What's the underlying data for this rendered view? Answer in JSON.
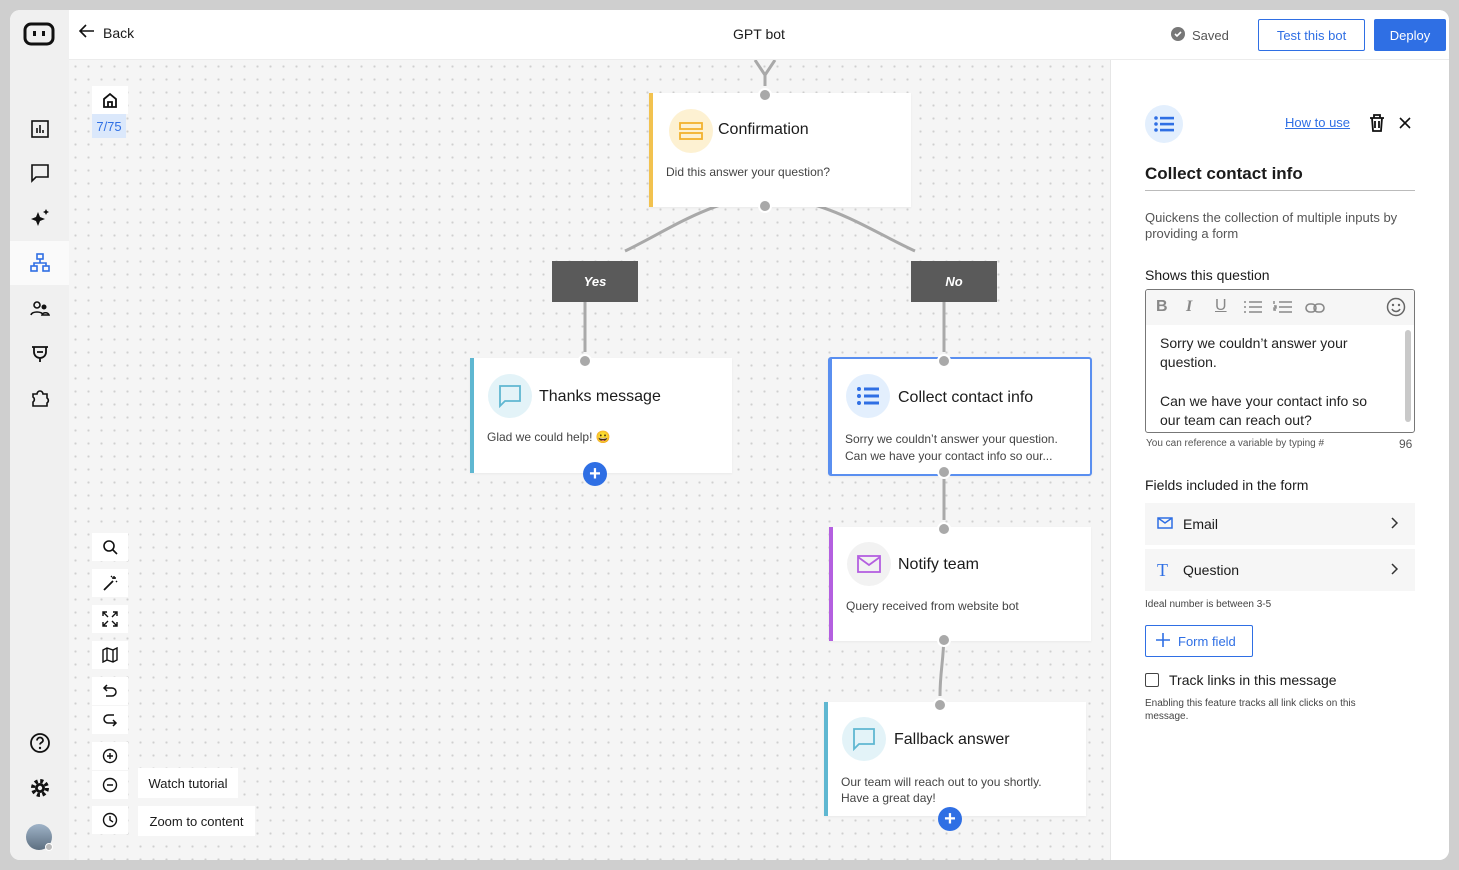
{
  "header": {
    "back_label": "Back",
    "title": "GPT bot",
    "saved_label": "Saved",
    "test_label": "Test this bot",
    "deploy_label": "Deploy"
  },
  "sidebar": {
    "items": [
      {
        "icon": "analytics-icon"
      },
      {
        "icon": "chat-icon"
      },
      {
        "icon": "sparkle-icon"
      },
      {
        "icon": "flow-icon",
        "active": true
      },
      {
        "icon": "contacts-icon"
      },
      {
        "icon": "plug-icon"
      },
      {
        "icon": "puzzle-icon"
      }
    ],
    "bottom": [
      {
        "icon": "help-icon"
      },
      {
        "icon": "settings-icon"
      },
      {
        "icon": "avatar"
      }
    ]
  },
  "canvas": {
    "step_counter": "7/75",
    "nodes": {
      "confirmation": {
        "title": "Confirmation",
        "desc": "Did this answer your question?",
        "color": "#f2c24f"
      },
      "thanks": {
        "title": "Thanks message",
        "desc": "Glad we could help! 😀",
        "color": "#5fb7d1"
      },
      "collect": {
        "title": "Collect contact info",
        "desc1": "Sorry we couldn’t answer your question.",
        "desc2": "Can we have your contact info so our...",
        "color": "#2f6fe4"
      },
      "notify": {
        "title": "Notify team",
        "desc": "Query received from website bot",
        "color": "#b45fe0"
      },
      "fallback": {
        "title": "Fallback answer",
        "desc1": "Our team will reach out to you shortly.",
        "desc2": "Have a great day!",
        "color": "#5fb7d1"
      }
    },
    "branches": {
      "yes": "Yes",
      "no": "No"
    },
    "tools": {
      "watch_tutorial": "Watch tutorial",
      "zoom_to_content": "Zoom to content"
    }
  },
  "panel": {
    "how_to_use": "How to use",
    "title": "Collect contact info",
    "description": "Quickens the collection of multiple inputs by providing a form",
    "question_label": "Shows this question",
    "question_line1": "Sorry we couldn’t answer your question.",
    "question_line2": "Can we have your contact info so our team can reach out?",
    "hint": "You can reference a variable by typing #",
    "char_count": "96",
    "fields_label": "Fields included in the form",
    "fields": [
      {
        "label": "Email",
        "icon": "mail-icon"
      },
      {
        "label": "Question",
        "icon": "text-icon"
      }
    ],
    "fields_hint": "Ideal number is between 3-5",
    "add_field_label": "Form field",
    "track_label": "Track links in this message",
    "track_checked": false,
    "track_hint": "Enabling this feature tracks all link clicks on this message."
  }
}
